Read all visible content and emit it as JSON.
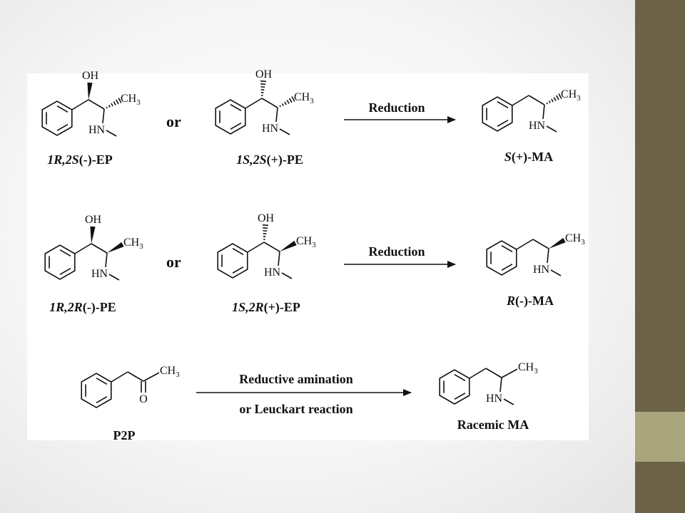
{
  "colors": {
    "side_dark": "#6b6248",
    "side_light": "#a9a67e"
  },
  "atoms": {
    "oh": "OH",
    "ch3": "CH",
    "three": "3",
    "hn": "HN",
    "o": "O"
  },
  "rows": [
    {
      "left": {
        "prefix": "1R,2S",
        "rest": "(-)-EP"
      },
      "or": "or",
      "right": {
        "prefix": "1S,2S",
        "rest": "(+)-PE"
      },
      "arrow": "Reduction",
      "product": {
        "prefix": "S",
        "rest": "(+)-MA"
      }
    },
    {
      "left": {
        "prefix": "1R,2R",
        "rest": "(-)-PE"
      },
      "or": "or",
      "right": {
        "prefix": "1S,2R",
        "rest": "(+)-EP"
      },
      "arrow": "Reduction",
      "product": {
        "prefix": "R",
        "rest": "(-)-MA"
      }
    }
  ],
  "bottom": {
    "reactant": "P2P",
    "arrow_line1": "Reductive amination",
    "arrow_line2": "or Leuckart reaction",
    "product": "Racemic MA"
  }
}
